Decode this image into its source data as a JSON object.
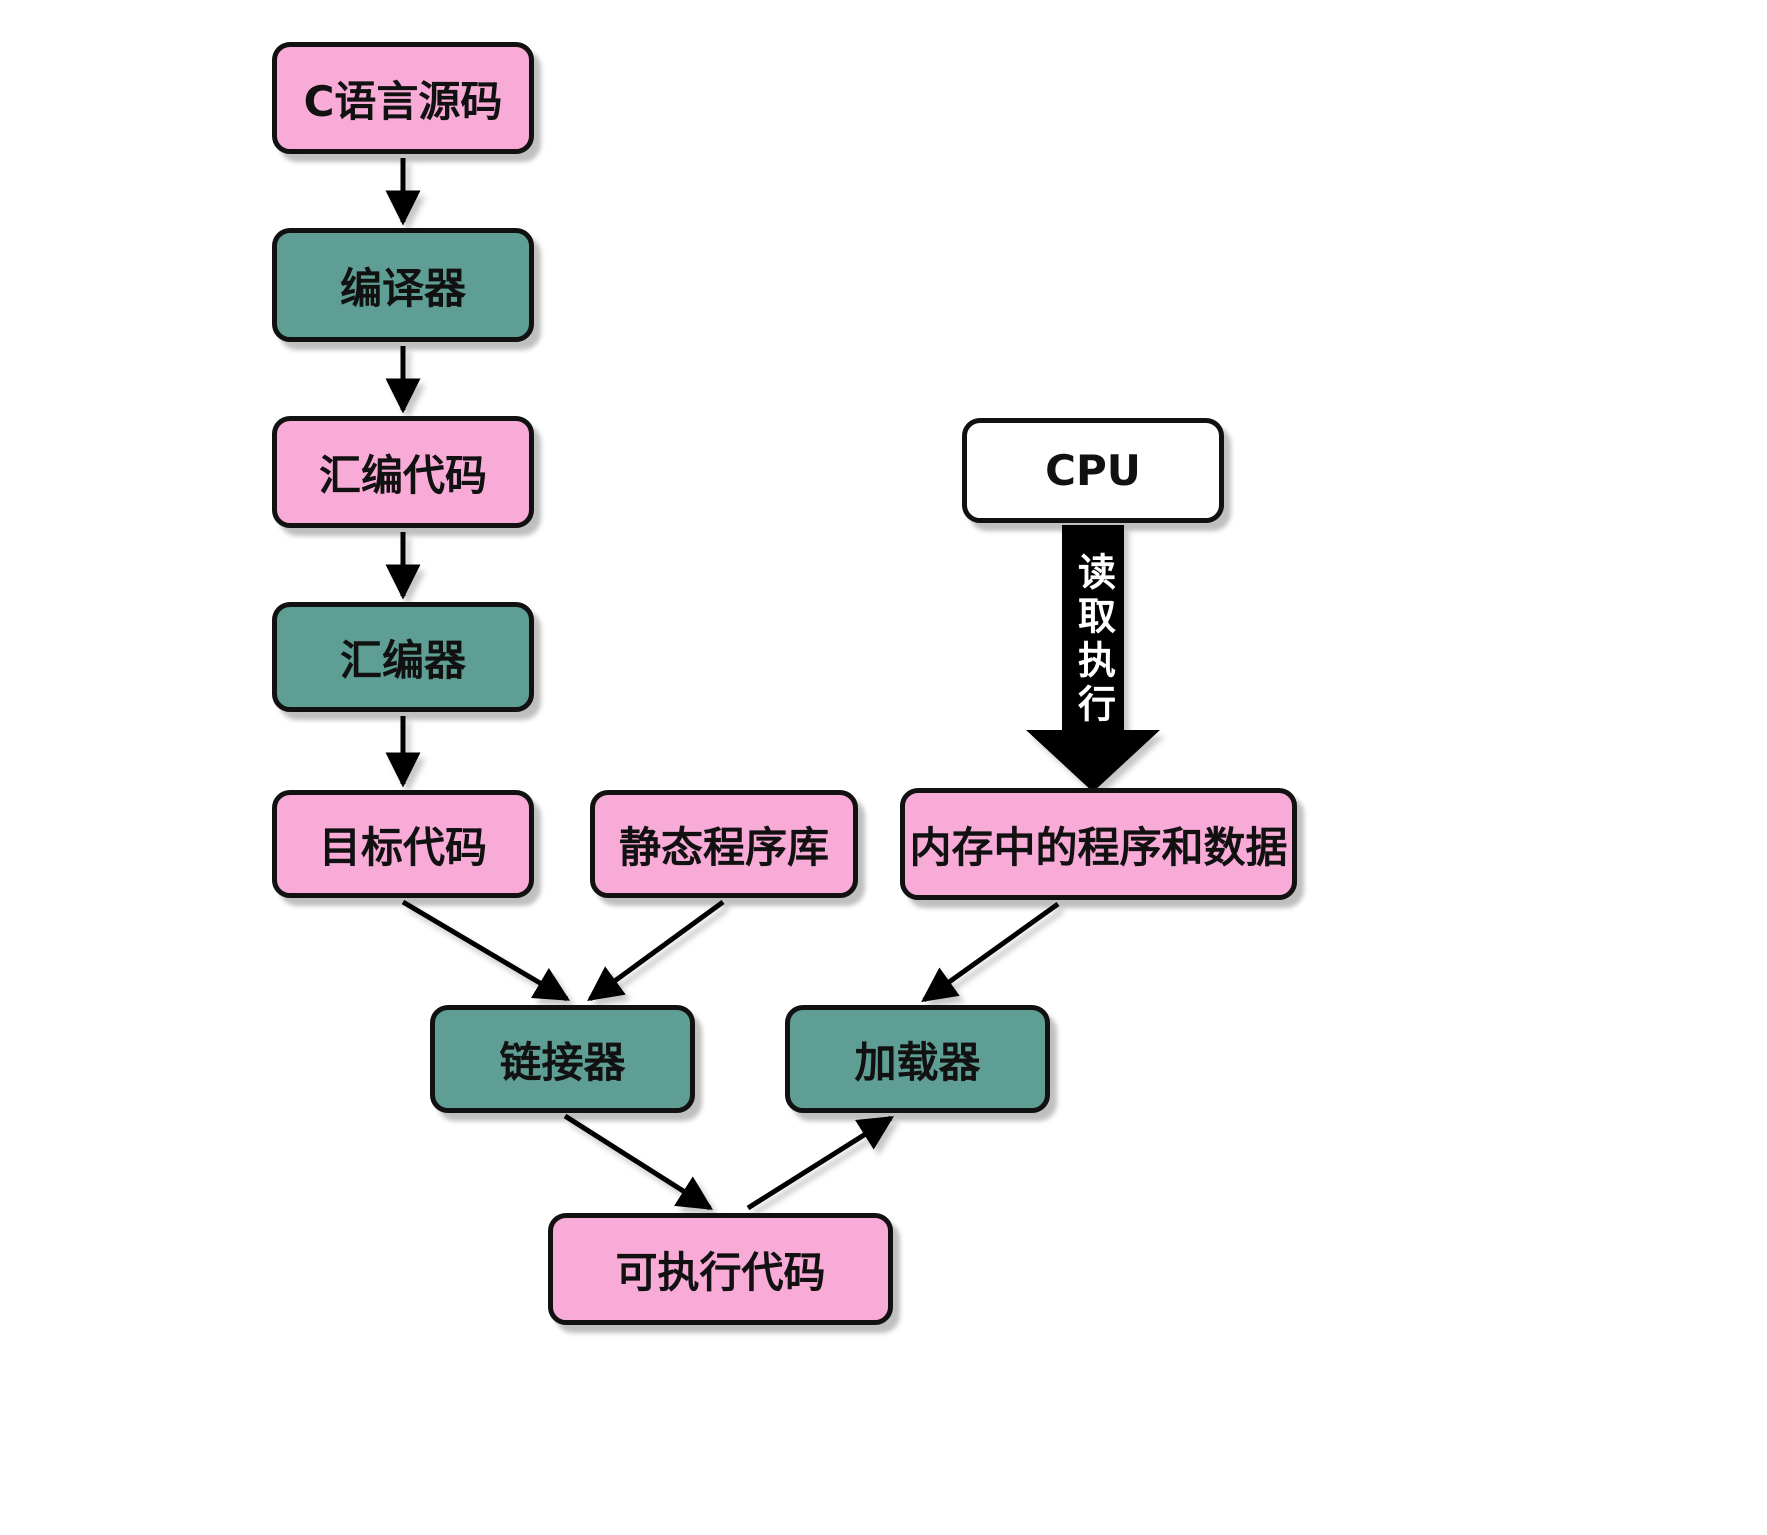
{
  "diagram": {
    "type": "flowchart",
    "colors": {
      "pink": "#F8ABD7",
      "teal": "#5F9E94",
      "white": "#FFFFFF",
      "arrow": "#000000",
      "background": "#FFFFFF"
    },
    "nodes": {
      "c_source": {
        "label": "C语言源码",
        "color": "pink"
      },
      "compiler": {
        "label": "编译器",
        "color": "teal"
      },
      "asm_code": {
        "label": "汇编代码",
        "color": "pink"
      },
      "assembler": {
        "label": "汇编器",
        "color": "teal"
      },
      "obj_code": {
        "label": "目标代码",
        "color": "pink"
      },
      "static_lib": {
        "label": "静态程序库",
        "color": "pink"
      },
      "cpu": {
        "label": "CPU",
        "color": "white"
      },
      "memory": {
        "label": "内存中的程序和数据",
        "color": "pink"
      },
      "linker": {
        "label": "链接器",
        "color": "teal"
      },
      "loader": {
        "label": "加载器",
        "color": "teal"
      },
      "executable": {
        "label": "可执行代码",
        "color": "pink"
      }
    },
    "edges": {
      "c_source_to_compiler": {
        "from": "c_source",
        "to": "compiler"
      },
      "compiler_to_asm_code": {
        "from": "compiler",
        "to": "asm_code"
      },
      "asm_code_to_assembler": {
        "from": "asm_code",
        "to": "assembler"
      },
      "assembler_to_obj_code": {
        "from": "assembler",
        "to": "obj_code"
      },
      "obj_code_to_linker": {
        "from": "obj_code",
        "to": "linker"
      },
      "static_lib_to_linker": {
        "from": "static_lib",
        "to": "linker"
      },
      "memory_to_loader": {
        "from": "memory",
        "to": "loader"
      },
      "linker_to_executable": {
        "from": "linker",
        "to": "executable"
      },
      "executable_to_loader": {
        "from": "executable",
        "to": "loader"
      },
      "cpu_to_memory": {
        "from": "cpu",
        "to": "memory",
        "label": "读取执行"
      }
    }
  }
}
